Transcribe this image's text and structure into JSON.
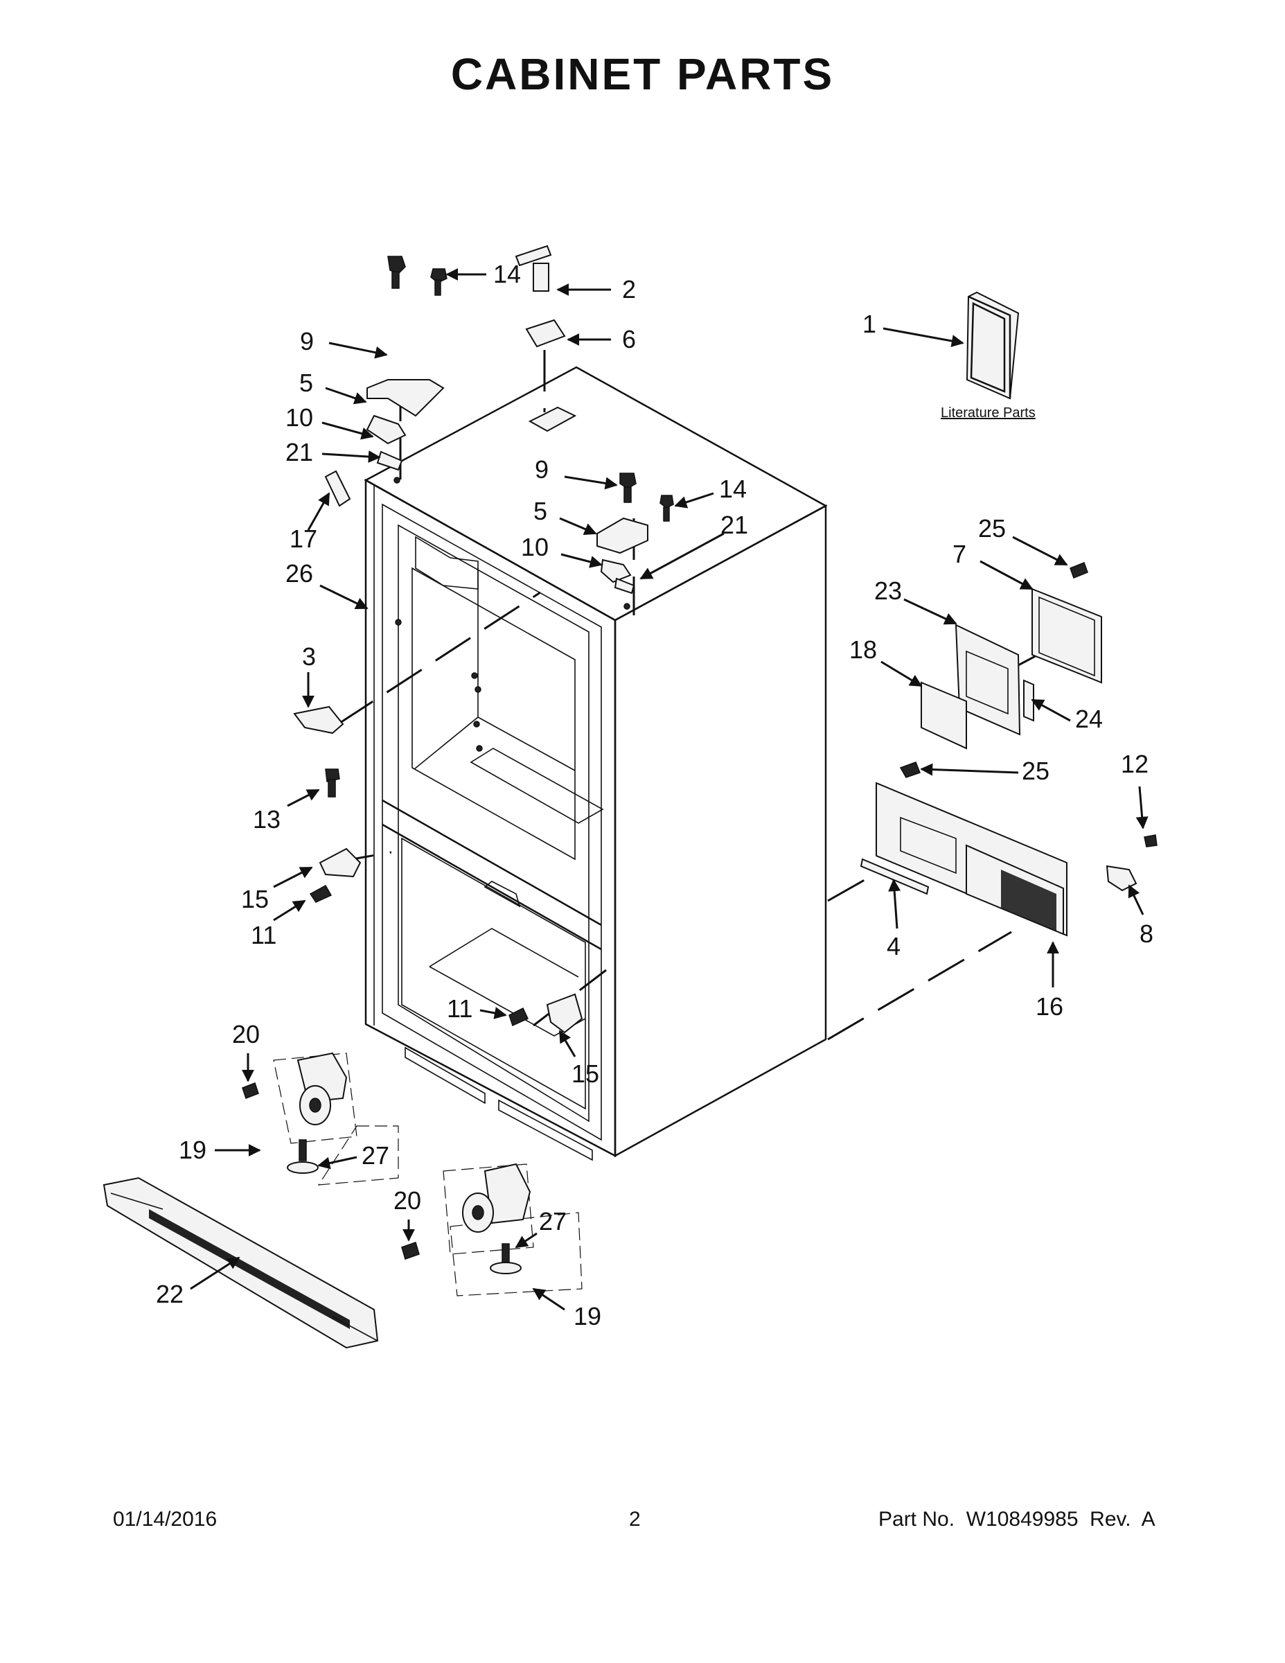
{
  "page": {
    "title": "CABINET PARTS",
    "footer": {
      "date": "01/14/2016",
      "page_number": "2",
      "part_info": "Part No.  W10849985  Rev.  A"
    }
  },
  "diagram": {
    "literature_label": "Literature Parts",
    "callouts": [
      {
        "id": "c1",
        "text": "1"
      },
      {
        "id": "c2",
        "text": "2"
      },
      {
        "id": "c6",
        "text": "6"
      },
      {
        "id": "c9a",
        "text": "9"
      },
      {
        "id": "c14a",
        "text": "14"
      },
      {
        "id": "c5a",
        "text": "5"
      },
      {
        "id": "c10a",
        "text": "10"
      },
      {
        "id": "c21a",
        "text": "21"
      },
      {
        "id": "c17",
        "text": "17"
      },
      {
        "id": "c26",
        "text": "26"
      },
      {
        "id": "c9b",
        "text": "9"
      },
      {
        "id": "c14b",
        "text": "14"
      },
      {
        "id": "c5b",
        "text": "5"
      },
      {
        "id": "c10b",
        "text": "10"
      },
      {
        "id": "c21b",
        "text": "21"
      },
      {
        "id": "c3",
        "text": "3"
      },
      {
        "id": "c13",
        "text": "13"
      },
      {
        "id": "c15a",
        "text": "15"
      },
      {
        "id": "c11a",
        "text": "11"
      },
      {
        "id": "c11b",
        "text": "11"
      },
      {
        "id": "c15b",
        "text": "15"
      },
      {
        "id": "c25a",
        "text": "25"
      },
      {
        "id": "c7",
        "text": "7"
      },
      {
        "id": "c23",
        "text": "23"
      },
      {
        "id": "c18",
        "text": "18"
      },
      {
        "id": "c24",
        "text": "24"
      },
      {
        "id": "c25b",
        "text": "25"
      },
      {
        "id": "c12",
        "text": "12"
      },
      {
        "id": "c8",
        "text": "8"
      },
      {
        "id": "c4",
        "text": "4"
      },
      {
        "id": "c16",
        "text": "16"
      },
      {
        "id": "c20a",
        "text": "20"
      },
      {
        "id": "c19a",
        "text": "19"
      },
      {
        "id": "c27a",
        "text": "27"
      },
      {
        "id": "c20b",
        "text": "20"
      },
      {
        "id": "c27b",
        "text": "27"
      },
      {
        "id": "c19b",
        "text": "19"
      },
      {
        "id": "c22",
        "text": "22"
      }
    ]
  }
}
